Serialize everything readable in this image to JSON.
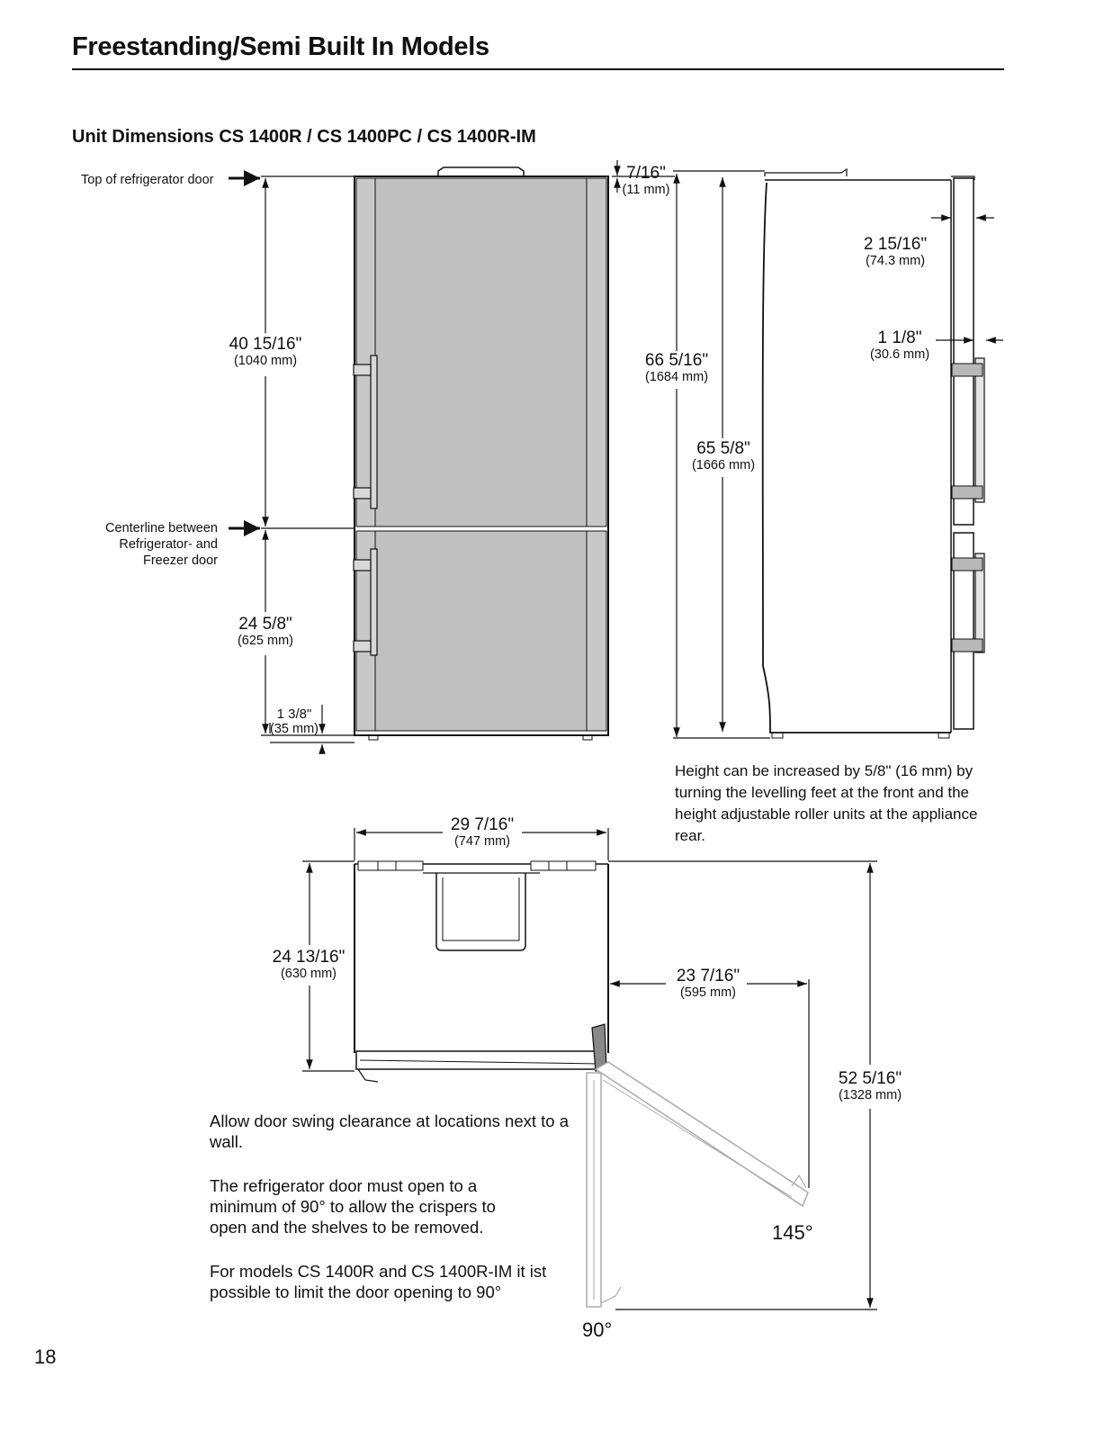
{
  "header": {
    "title": "Freestanding/Semi Built In Models"
  },
  "section": {
    "subtitle": "Unit Dimensions CS 1400R / CS 1400PC / CS 1400R-IM"
  },
  "front_view": {
    "top_label": "Top of refrigerator door",
    "centerline_label_1": "Centerline between",
    "centerline_label_2": "Refrigerator- and",
    "centerline_label_3": "Freezer door",
    "fridge_height": {
      "in": "40 15/16\"",
      "mm": "(1040 mm)"
    },
    "freezer_height": {
      "in": "24 5/8\"",
      "mm": "(625 mm)"
    },
    "feet_height": {
      "in": "1 3/8\"",
      "mm": "(35 mm)"
    },
    "top_clearance": {
      "in": "7/16\"",
      "mm": "(11 mm)"
    }
  },
  "side_view": {
    "total_height": {
      "in": "66 5/16\"",
      "mm": "(1684 mm)"
    },
    "body_height": {
      "in": "65 5/8\"",
      "mm": "(1666 mm)"
    },
    "door_depth_handle": {
      "in": "2 15/16\"",
      "mm": "(74.3 mm)"
    },
    "door_depth": {
      "in": "1 1/8\"",
      "mm": "(30.6 mm)"
    },
    "height_note": "Height can be increased by 5/8\" (16 mm) by turning the levelling feet at the front and the height adjustable roller units at the appliance rear."
  },
  "top_view": {
    "width": {
      "in": "29 7/16\"",
      "mm": "(747 mm)"
    },
    "depth": {
      "in": "24 13/16\"",
      "mm": "(630 mm)"
    },
    "door_swing": {
      "in": "23 7/16\"",
      "mm": "(595 mm)"
    },
    "total_depth": {
      "in": "52 5/16\"",
      "mm": "(1328 mm)"
    },
    "angle_145": "145°",
    "angle_90": "90°"
  },
  "paragraphs": {
    "p1": "Allow door swing clearance at locations next to a wall.",
    "p2": "The refrigerator door must open to a minimum of 90° to allow the crispers to open and the shelves to be removed.",
    "p3": "For models CS 1400R and CS 1400R-IM it ist possible to limit the door opening to 90°"
  },
  "footer": {
    "page_number": "18"
  }
}
